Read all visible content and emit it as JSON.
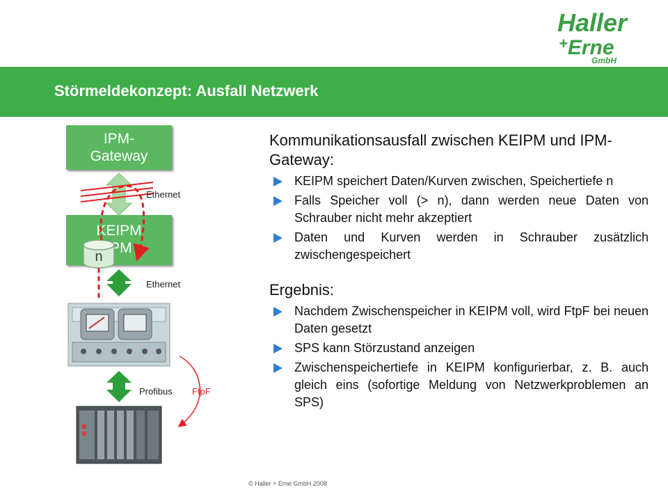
{
  "logo": {
    "text_line1": "Haller",
    "text_line2": "Erne",
    "plus": "+",
    "suffix": "GmbH"
  },
  "header": {
    "title": "Störmeldekonzept: Ausfall Netzwerk"
  },
  "diagram": {
    "gateway_box": {
      "line1": "IPM-",
      "line2": "Gateway"
    },
    "keipm_box": {
      "line1": "KEIPM",
      "line2": "IPM"
    },
    "buffer_label": "n",
    "link_top_label": "Ethernet",
    "link_middle_label": "Ethernet",
    "link_bottom_label": "Profibus",
    "signal_label": "FtpF",
    "colors": {
      "box_green": "#5bb760",
      "arrow_green": "#2e9e3c",
      "signal_red": "#e02020"
    }
  },
  "content": {
    "section1": {
      "heading": "Kommunikationsausfall zwischen KEIPM und IPM-Gateway:",
      "bullets": [
        "KEIPM speichert Daten/Kurven zwischen, Speichertiefe n",
        "Falls Speicher voll (> n), dann werden neue Daten von Schrauber nicht mehr akzeptiert",
        "Daten und Kurven werden in Schrauber zusätzlich zwischengespeichert"
      ]
    },
    "section2": {
      "heading": "Ergebnis:",
      "bullets": [
        "Nachdem Zwischenspeicher in KEIPM voll, wird FtpF bei neuen Daten gesetzt",
        "SPS kann Störzustand anzeigen",
        "Zwischenspeichertiefe in KEIPM konfigurierbar, z. B. auch gleich eins (sofortige Meldung von Netzwerkproblemen an SPS)"
      ]
    }
  },
  "footer": {
    "copyright": "© Haller + Erne GmbH 2008"
  }
}
